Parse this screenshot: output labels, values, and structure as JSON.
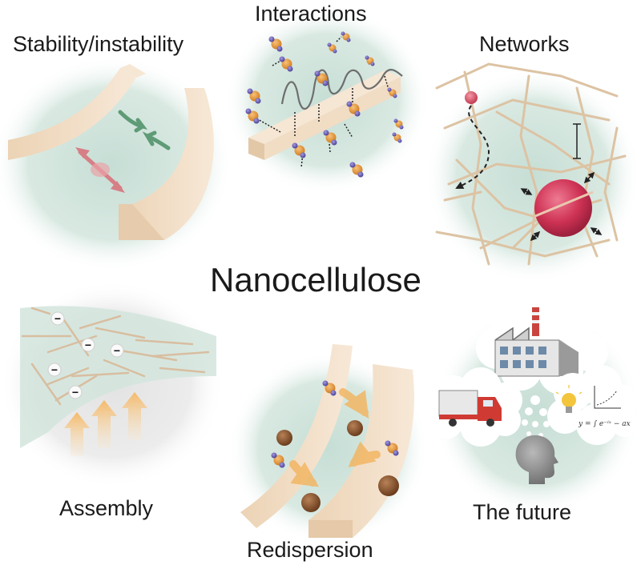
{
  "center_title": "Nanocellulose",
  "panels": {
    "stability": {
      "label": "Stability/instability"
    },
    "interactions": {
      "label": "Interactions"
    },
    "networks": {
      "label": "Networks"
    },
    "assembly": {
      "label": "Assembly",
      "charge_symbol": "−"
    },
    "redispersion": {
      "label": "Redispersion"
    },
    "future": {
      "label": "The future",
      "equation": "y = ∫ e⁻ⁱˣ − ax"
    }
  },
  "colors": {
    "fiber": "#f3e2cf",
    "fiber_side": "#e2c9ab",
    "background_teal": "#c9e0d7",
    "particle_red": "#d13a5b",
    "sphere_brown": "#8a5530",
    "molecule_orange": "#e59a3a",
    "molecule_purple": "#6a5fb0",
    "arrow_orange": "#f4c07a",
    "head_gray": "#9a9a9a",
    "truck_red": "#cf3b33"
  },
  "icons": [
    "thought-cloud-icon",
    "factory-icon",
    "truck-icon",
    "lightbulb-icon",
    "graph-icon",
    "head-silhouette-icon"
  ]
}
